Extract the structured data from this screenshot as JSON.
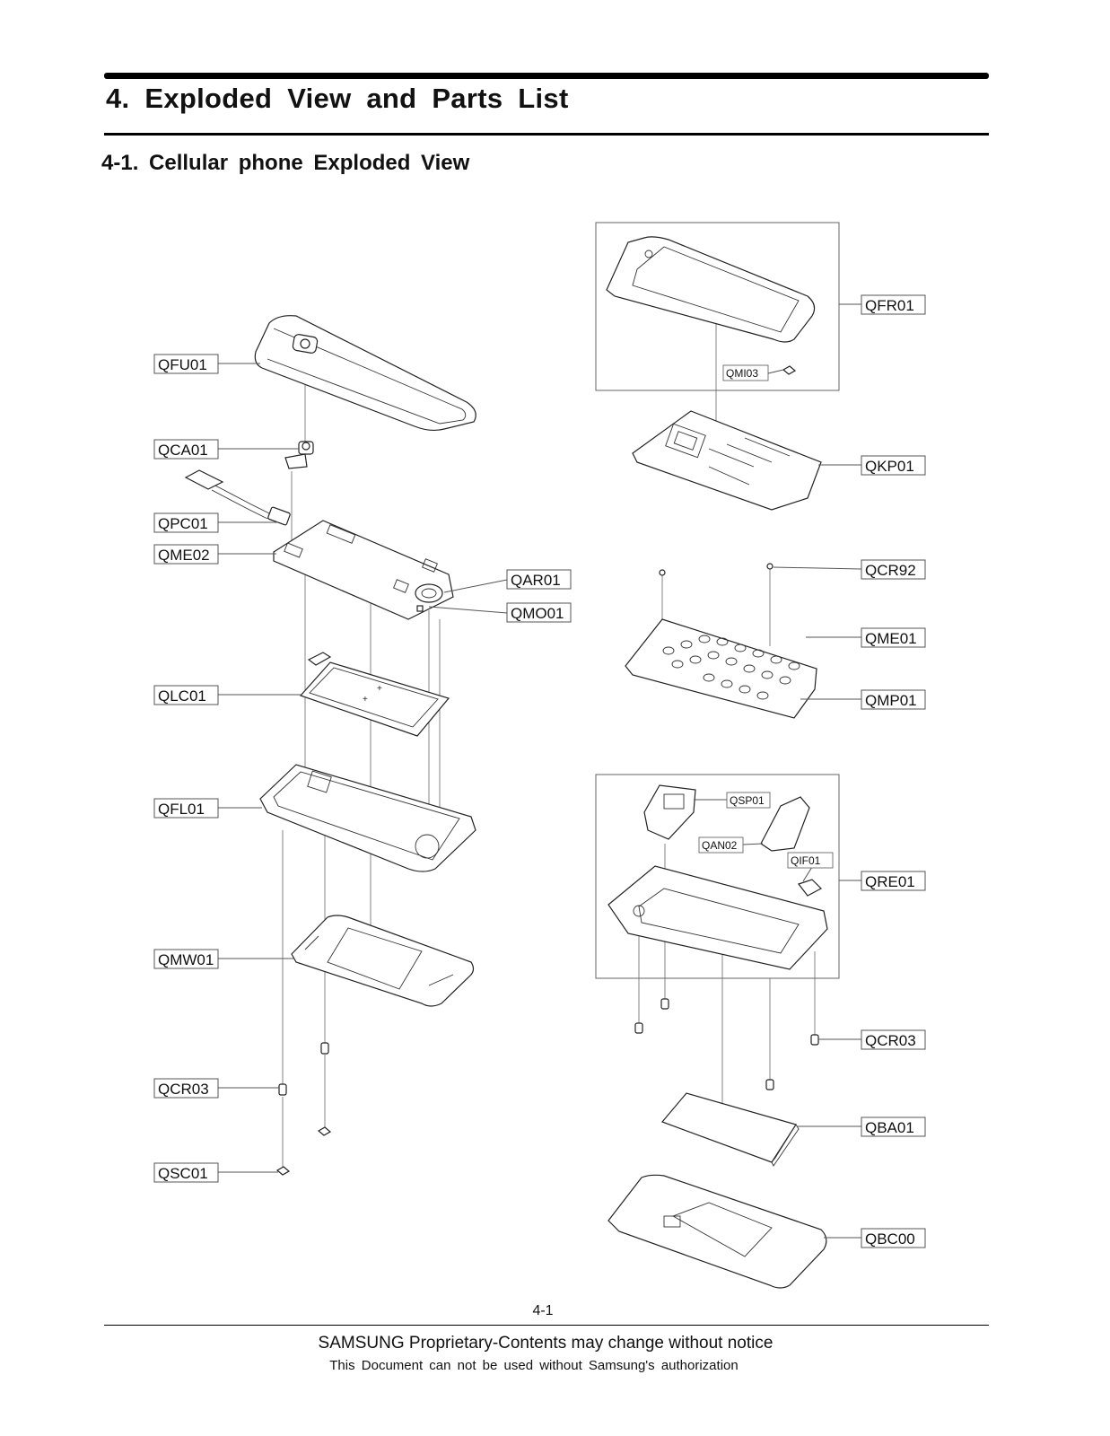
{
  "header": {
    "title": "4.  Exploded  View  and  Parts  List",
    "subtitle": "4-1.  Cellular  phone  Exploded  View"
  },
  "labels": {
    "QFU01": "QFU01",
    "QCA01": "QCA01",
    "QPC01": "QPC01",
    "QME02": "QME02",
    "QAR01": "QAR01",
    "QMO01": "QMO01",
    "QLC01": "QLC01",
    "QFL01": "QFL01",
    "QMW01": "QMW01",
    "QCR03_left": "QCR03",
    "QSC01": "QSC01",
    "QFR01": "QFR01",
    "QMI03": "QMI03",
    "QKP01": "QKP01",
    "QCR92": "QCR92",
    "QME01": "QME01",
    "QMP01": "QMP01",
    "QSP01": "QSP01",
    "QAN02": "QAN02",
    "QIF01": "QIF01",
    "QRE01": "QRE01",
    "QCR03_right": "QCR03",
    "QBA01": "QBA01",
    "QBC00": "QBC00"
  },
  "footer": {
    "page_number": "4-1",
    "notice": "SAMSUNG Proprietary-Contents may change without notice",
    "authorization": "This  Document  can  not  be  used  without  Samsung's  authorization"
  }
}
